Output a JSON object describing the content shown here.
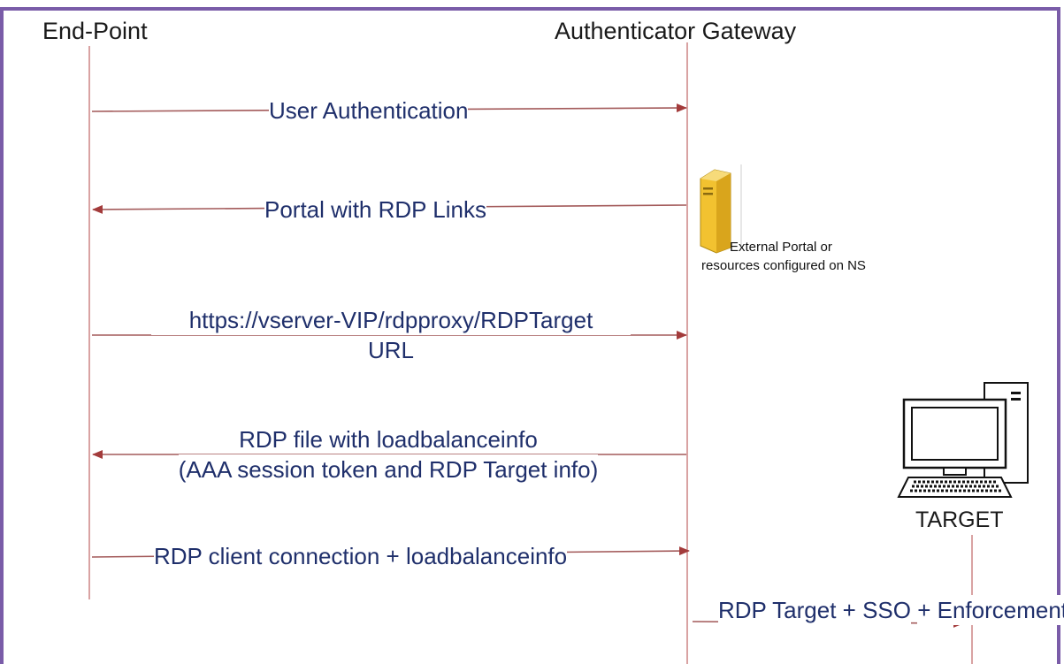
{
  "participants": {
    "endpoint": "End-Point",
    "gateway": "Authenticator Gateway",
    "target": "TARGET"
  },
  "messages": [
    {
      "lines": [
        "User Authentication"
      ],
      "direction": "to-gateway"
    },
    {
      "lines": [
        "Portal with RDP Links"
      ],
      "direction": "to-endpoint"
    },
    {
      "lines": [
        "https://vserver-VIP/rdpproxy/RDPTarget",
        "URL"
      ],
      "direction": "to-gateway"
    },
    {
      "lines": [
        "RDP file with loadbalanceinfo",
        "(AAA session token and RDP Target info)"
      ],
      "direction": "to-endpoint"
    },
    {
      "lines": [
        "RDP client connection + loadbalanceinfo"
      ],
      "direction": "to-gateway"
    },
    {
      "lines": [
        "RDP Target + SSO",
        "+ Enforcement"
      ],
      "direction": "to-target"
    }
  ],
  "server_note": [
    "External Portal or",
    "resources configured on NS"
  ],
  "colors": {
    "frame": "#7a5ca8",
    "lines": "#b26b6b",
    "arrows": "#a33b3b",
    "label_text": "#1f2f6b",
    "server": "#f2c230"
  },
  "icons": [
    "server-icon",
    "computer-icon"
  ]
}
